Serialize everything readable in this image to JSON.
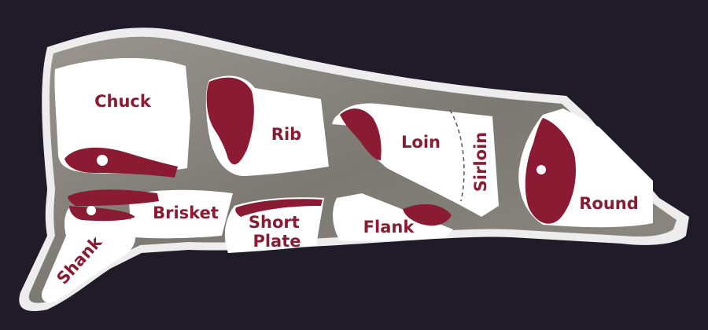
{
  "diagram": {
    "colors": {
      "background": "#1f1b29",
      "carcass_outline": "#ededed",
      "carcass_fill": "#85827c",
      "cut_fill": "#ffffff",
      "meat": "#8a1b32"
    },
    "cuts": {
      "chuck": "Chuck",
      "rib": "Rib",
      "loin": "Loin",
      "sirloin": "Sirloin",
      "round": "Round",
      "brisket": "Brisket",
      "shank": "Shank",
      "short_plate": [
        "Short",
        "Plate"
      ],
      "flank": "Flank"
    }
  }
}
